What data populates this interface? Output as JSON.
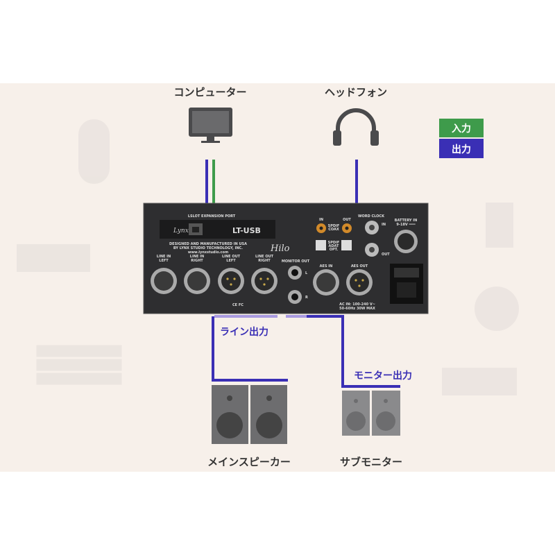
{
  "labels": {
    "computer": "コンピューター",
    "headphone": "ヘッドフォン",
    "main_speaker": "メインスピーカー",
    "sub_monitor": "サブモニター",
    "line_out": "ライン出力",
    "monitor_out": "モニター出力"
  },
  "legend": [
    {
      "label": "入力",
      "color": "#3e9b4b"
    },
    {
      "label": "出力",
      "color": "#3a2fb5"
    }
  ],
  "device": {
    "slot_title": "LSLOT EXPANSION PORT",
    "card_brand": "Lynx",
    "card_model": "LT-USB",
    "made_in_1": "DESIGNED AND MANUFACTURED IN USA",
    "made_in_2": "BY LYNX STUDIO TECHNOLOGY, INC.",
    "website": "www.lynxstudio.com",
    "model": "Hilo",
    "line_in_left": [
      "LINE IN",
      "LEFT"
    ],
    "line_in_right": [
      "LINE IN",
      "RIGHT"
    ],
    "line_out_left": [
      "LINE OUT",
      "LEFT"
    ],
    "line_out_right": [
      "LINE OUT",
      "RIGHT"
    ],
    "monitor_out": "MONITOR OUT",
    "mon_l": "L",
    "mon_r": "R",
    "aes_in": "AES IN",
    "aes_out": "AES OUT",
    "spdif_in": "IN",
    "spdif_out": "OUT",
    "spdif_coax": [
      "SPDIF",
      "COAX"
    ],
    "spdif_opt": [
      "SPDIF",
      "ADAT",
      "OPT."
    ],
    "word_clock": "WORD CLOCK",
    "wc_in": "IN",
    "wc_out": "OUT",
    "battery_in": "BATTERY IN",
    "battery_spec": "9-18V ═══",
    "certs": "CE FC",
    "ac_1": "AC IN: 100-240 V~",
    "ac_2": "50-60Hz 30W MAX"
  },
  "colors": {
    "input": "#3e9b4b",
    "output": "#3a2fb5",
    "output_light": "#a99ae0",
    "background": "#f7f0ea",
    "panel": "#2e2e30"
  }
}
